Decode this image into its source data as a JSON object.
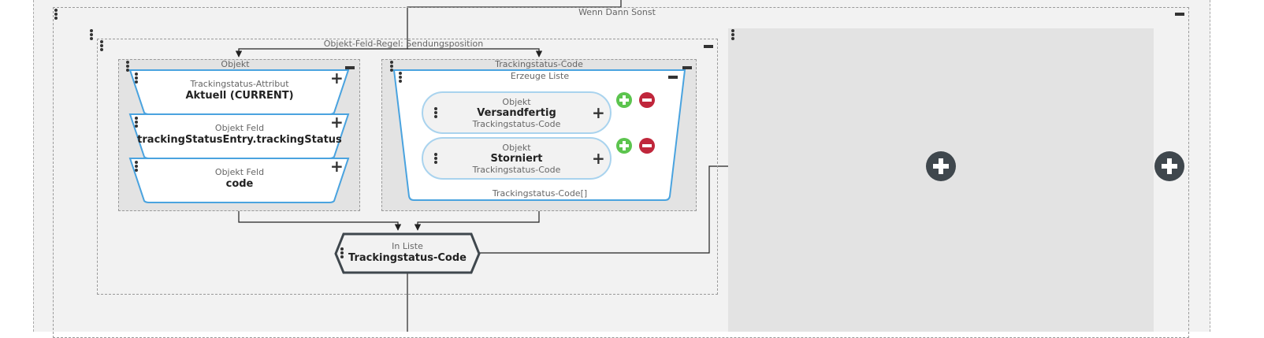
{
  "outer": {
    "title": "Wenn Dann Sonst"
  },
  "rule": {
    "title": "Objekt-Feld-Regel: Sendungsposition"
  },
  "objekt_group": {
    "title": "Objekt",
    "cards": [
      {
        "sub": "Trackingstatus-Attribut",
        "main": "Aktuell (CURRENT)"
      },
      {
        "sub": "Objekt Feld",
        "main": "trackingStatusEntry.trackingStatus"
      },
      {
        "sub": "Objekt Feld",
        "main": "code"
      }
    ]
  },
  "code_group": {
    "title": "Trackingstatus-Code",
    "list": {
      "title": "Erzeuge Liste",
      "footer": "Trackingstatus-Code[]",
      "items": [
        {
          "type": "Objekt",
          "value": "Versandfertig",
          "class": "Trackingstatus-Code"
        },
        {
          "type": "Objekt",
          "value": "Storniert",
          "class": "Trackingstatus-Code"
        }
      ]
    }
  },
  "in_list": {
    "sub": "In Liste",
    "main": "Trackingstatus-Code"
  },
  "icons": {
    "drag": "drag-handle-icon",
    "collapse": "minus-icon",
    "add": "plus-icon",
    "add_item": "add-circle-icon",
    "remove_item": "remove-circle-icon"
  },
  "colors": {
    "card_border": "#4aa3df",
    "pill_border": "#a9d3ee",
    "add_green": "#5cc44e",
    "remove_red": "#c0263b",
    "dark_node": "#3f474d",
    "canvas": "#f2f2f2",
    "group_bg": "#e3e3e3"
  }
}
